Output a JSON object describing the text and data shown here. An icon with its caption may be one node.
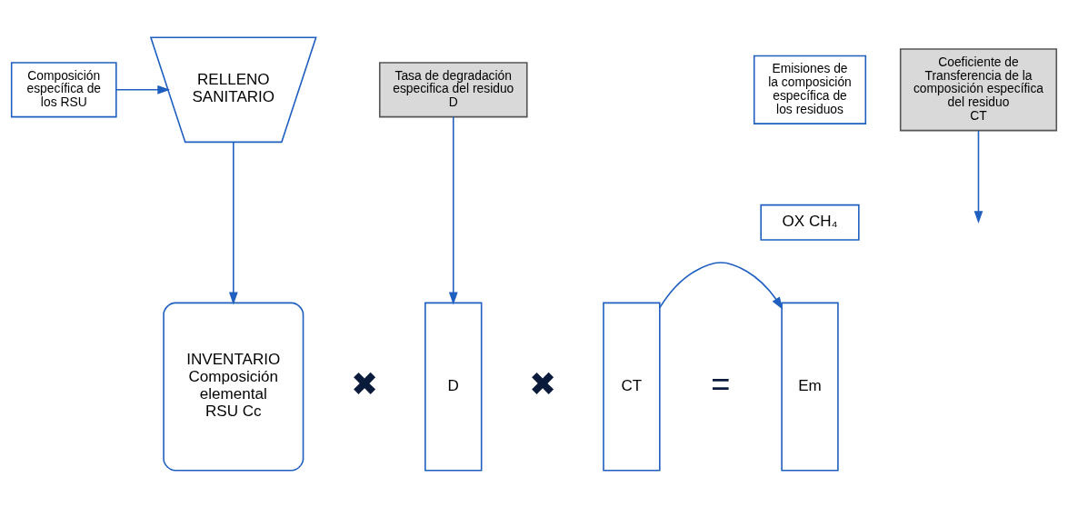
{
  "diagram": {
    "nodes": [
      {
        "text": [
          "Composición específica de los RSU"
        ]
      },
      {
        "text": [
          "RELLENO SANITARIO"
        ]
      },
      {
        "text": [
          "Tasa de degradación especifica del residuo",
          "D"
        ]
      },
      {
        "text": [
          "Coeficiente de Transferencia de la composición específica del residuo",
          "CT"
        ]
      },
      {
        "text": [
          "Emisiones de la composición específica de los residuos"
        ]
      },
      {
        "text": [
          "OX CH₄"
        ]
      },
      {
        "text": [
          "INVENTARIO Composición elemental RSU Cc"
        ]
      },
      {
        "text": [
          "D"
        ]
      },
      {
        "text": [
          "CT"
        ]
      },
      {
        "text": [
          "Em"
        ]
      }
    ],
    "edges": [
      {
        "from": 0,
        "to": 1,
        "arrow": "to"
      },
      {
        "from": 1,
        "to": 6,
        "arrow": "to"
      },
      {
        "from": 2,
        "to": 7,
        "arrow": "to"
      },
      {
        "from": 3,
        "to": null,
        "arrow": "to"
      },
      {
        "from": 8,
        "to": 9,
        "arrow": "to"
      }
    ],
    "labels": [
      "✖",
      "✖",
      "="
    ]
  }
}
